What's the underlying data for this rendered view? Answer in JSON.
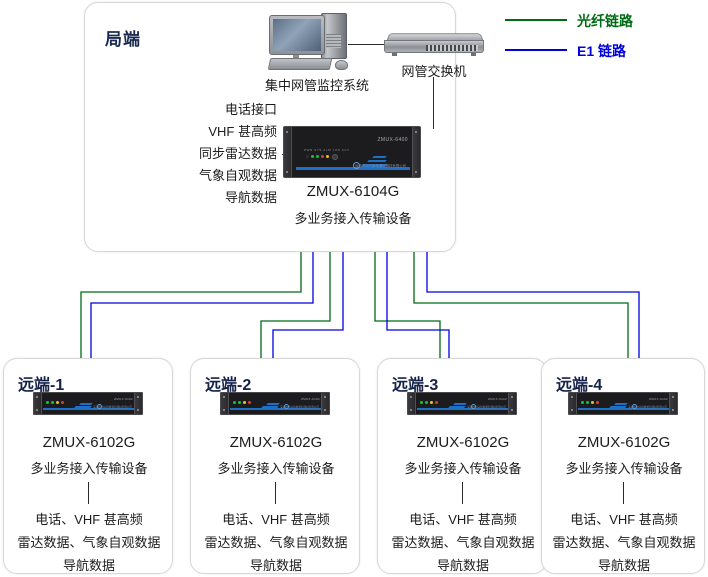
{
  "diagram": {
    "title_central": "局端",
    "legend": [
      {
        "label": "光纤链路",
        "color": "#006b14",
        "type": "fiber-link"
      },
      {
        "label": "E1 链路",
        "color": "#0000dd",
        "type": "e1-link"
      }
    ],
    "central": {
      "nms_label": "集中网管监控系统",
      "switch_label": "网管交换机",
      "services": [
        "电话接口",
        "VHF 甚高频",
        "同步雷达数据",
        "气象自观数据",
        "导航数据"
      ],
      "device_model": "ZMUX-6104G",
      "device_desc": "多业务接入传输设备",
      "device_faceplate_model": "ZMUX-6400",
      "device_faceplate_brand": "深圳市中兴新地通信器材有限公司",
      "device_faceplate_ports": "PWR  SYS  ALM  LOS  ACT"
    },
    "remotes": [
      {
        "title": "远端-1",
        "device_model": "ZMUX-6102G",
        "device_desc": "多业务接入传输设备",
        "device_faceplate_model": "ZMUX-6102",
        "services": [
          "电话、VHF 甚高频",
          "雷达数据、气象自观数据",
          "导航数据"
        ]
      },
      {
        "title": "远端-2",
        "device_model": "ZMUX-6102G",
        "device_desc": "多业务接入传输设备",
        "device_faceplate_model": "ZMUX-6102",
        "services": [
          "电话、VHF 甚高频",
          "雷达数据、气象自观数据",
          "导航数据"
        ]
      },
      {
        "title": "远端-3",
        "device_model": "ZMUX-6102G",
        "device_desc": "多业务接入传输设备",
        "device_faceplate_model": "ZMUX-6102",
        "services": [
          "电话、VHF 甚高频",
          "雷达数据、气象自观数据",
          "导航数据"
        ]
      },
      {
        "title": "远端-4",
        "device_model": "ZMUX-6102G",
        "device_desc": "多业务接入传输设备",
        "device_faceplate_model": "ZMUX-6102",
        "services": [
          "电话、VHF 甚高频",
          "雷达数据、气象自观数据",
          "导航数据"
        ]
      }
    ],
    "colors": {
      "fiber": "#006b14",
      "e1": "#0000dd",
      "panel_border": "#d8d8d8",
      "title_text": "#1a2a52",
      "device_accent": "#1f6fc4",
      "device_chassis": "#1c1c1e",
      "background": "#ffffff"
    }
  }
}
